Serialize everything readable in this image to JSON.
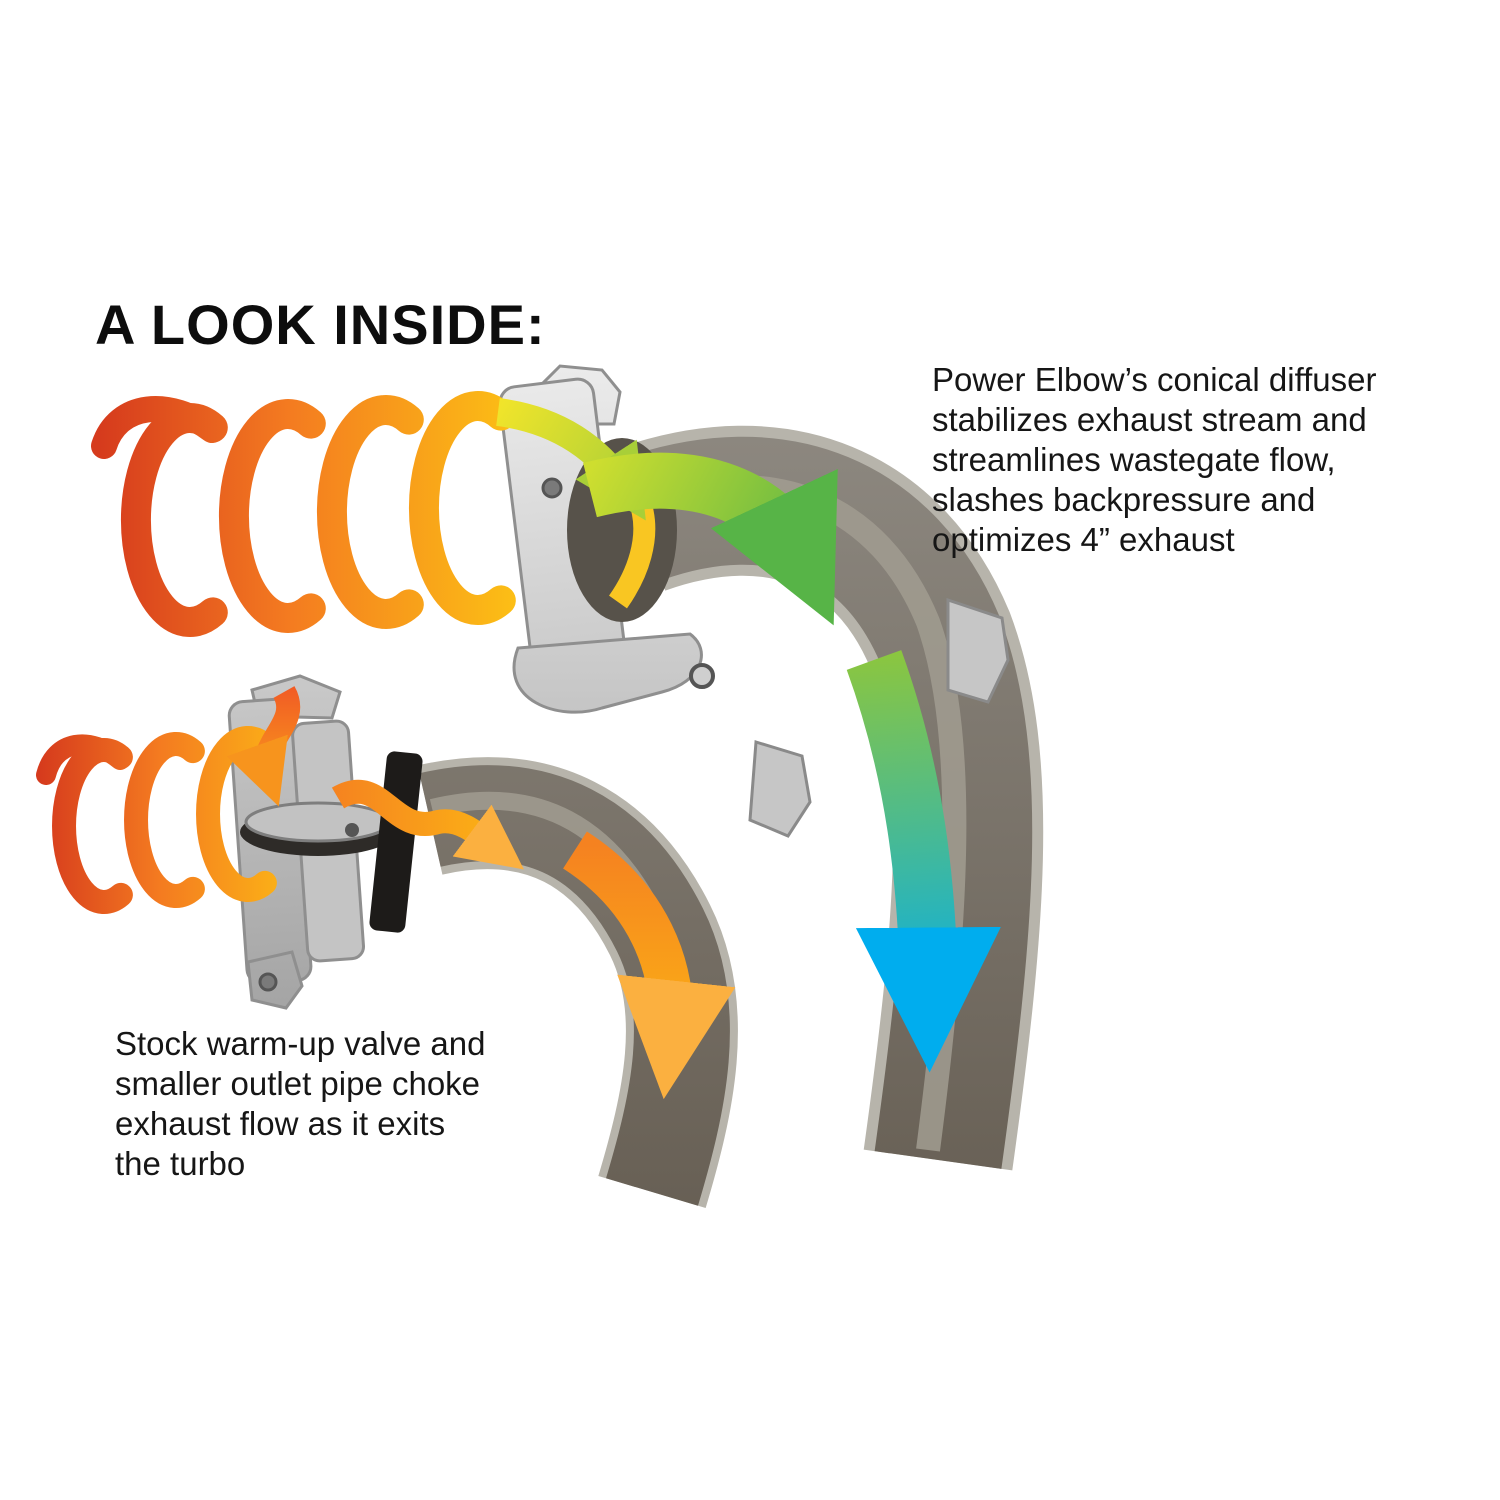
{
  "title": "A LOOK INSIDE:",
  "annotations": {
    "power_elbow": "Power Elbow’s conical diffuser\nstabilizes exhaust stream and\nstreamlines wastegate flow,\nslashes backpressure and\noptimizes 4” exhaust",
    "stock": "Stock warm-up valve and\nsmaller outlet pipe choke\nexhaust flow as it exits\nthe turbo"
  },
  "colors": {
    "coil_start": "#d63b1d",
    "coil_mid": "#f47b20",
    "coil_end": "#fcc015",
    "flow_green": "#8cc63e",
    "flow_teal": "#00adee",
    "flow_orange": "#f58220",
    "flow_amber": "#fcb614",
    "pipe_gray": "#7c7468",
    "flange_silver": "#cfcfcf",
    "text": "#161616",
    "background": "#ffffff"
  }
}
